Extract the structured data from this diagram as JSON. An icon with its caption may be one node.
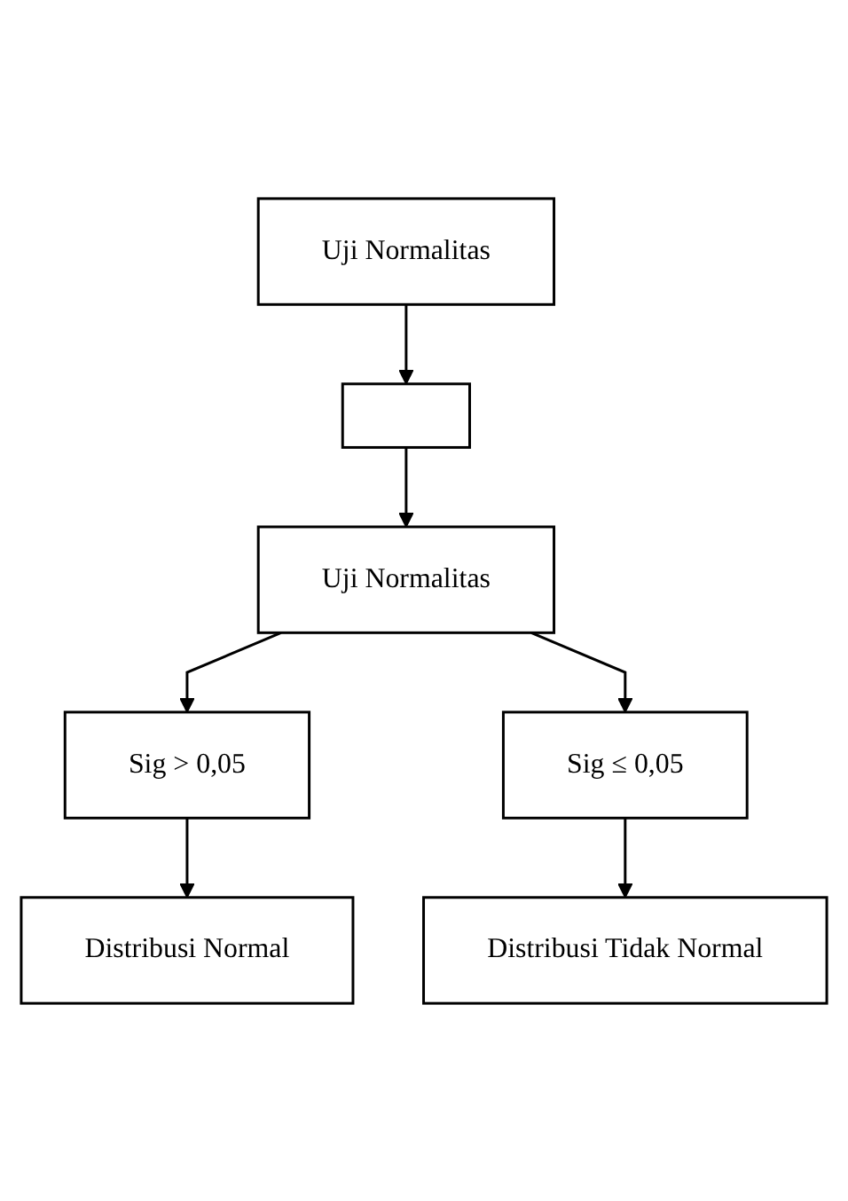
{
  "diagram": {
    "nodes": [
      {
        "text": [
          "Uji Normalitas"
        ]
      },
      {
        "text": [],
        "shape": "box"
      },
      {
        "text": [
          "Uji Normalitas"
        ]
      },
      {
        "text": [
          "Sig > 0,05"
        ]
      },
      {
        "text": [
          "Sig ≤ 0,05"
        ]
      },
      {
        "text": [
          "Distribusi Normal"
        ]
      },
      {
        "text": [
          "Distribusi Tidak Normal"
        ]
      }
    ],
    "edges": [
      {
        "from": 0,
        "to": 1,
        "arrow": "to"
      },
      {
        "from": 1,
        "to": 2,
        "arrow": "to"
      },
      {
        "from": 2,
        "to": 3,
        "arrow": "to"
      },
      {
        "from": 2,
        "to": 4,
        "arrow": "to"
      },
      {
        "from": 3,
        "to": 5,
        "arrow": "to"
      },
      {
        "from": 4,
        "to": 6,
        "arrow": "to"
      }
    ]
  }
}
